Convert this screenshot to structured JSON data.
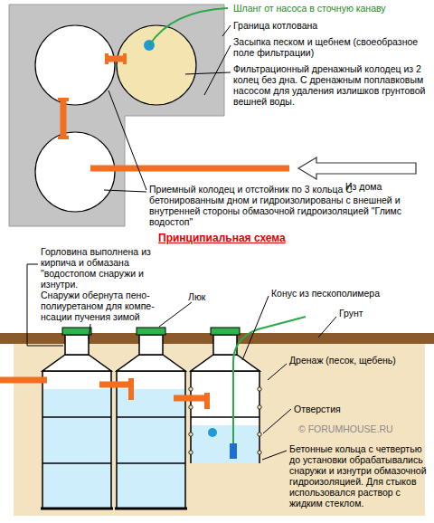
{
  "diagram": {
    "title": "Принципиальная схема",
    "labels": [
      "Шланг от насоса в сточную канаву",
      "Граница котлована",
      "Засыпка песком и щебнем (своеобразное поле фильтрации)",
      "Фильтрационный дренажный колодец из 2 колец без дна. С дренажным поплавковым насосом для удаления излишков грунтовой вешней воды.",
      "Из дома",
      "Приемный колодец и отстойник по 3 кольца С бетонированным дном и гидроизолированы с внешней и внутренней стороны обмазочной гидроизоляцией \"Глимс водостоп\"",
      "Горловина выполнена из кирпича и обмазана \"водостопом снаружи и изнутри.",
      "Снаружи обернута пено- полиуретаном для компе- нсации пучения зимой",
      "Люк",
      "Конус из пескополимера",
      "Грунт",
      "Дренаж (песок, щебень)",
      "Отверстия",
      "Бетонные кольца с четвертью до установки обрабатывались снаружи и изнутри обмазочной гидроизоляцией. Для стыков использовался раствор с жидким стеклом.",
      "© FORUMHOUSE.RU"
    ]
  }
}
